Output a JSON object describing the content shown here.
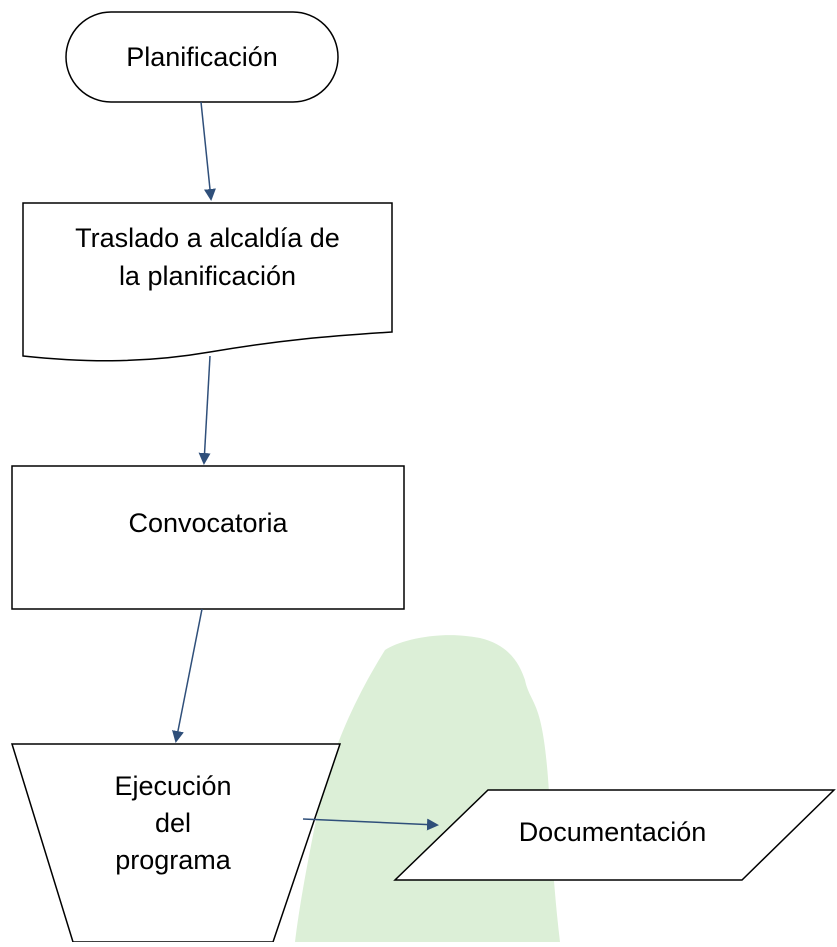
{
  "colors": {
    "stroke": "#000000",
    "connector": "#2f4f7a",
    "watermark": "#dcefd7"
  },
  "nodes": {
    "start": {
      "label": "Planificación",
      "shape": "terminator"
    },
    "document": {
      "label_line1": "Traslado a alcaldía de",
      "label_line2": "la planificación",
      "shape": "document"
    },
    "process": {
      "label": "Convocatoria",
      "shape": "process"
    },
    "manual": {
      "label_line1": "Ejecución",
      "label_line2": "del",
      "label_line3": "programa",
      "shape": "manual-operation"
    },
    "data": {
      "label": "Documentación",
      "shape": "data"
    }
  },
  "edges": [
    {
      "from": "start",
      "to": "document"
    },
    {
      "from": "document",
      "to": "process"
    },
    {
      "from": "process",
      "to": "manual"
    },
    {
      "from": "manual",
      "to": "data"
    }
  ]
}
